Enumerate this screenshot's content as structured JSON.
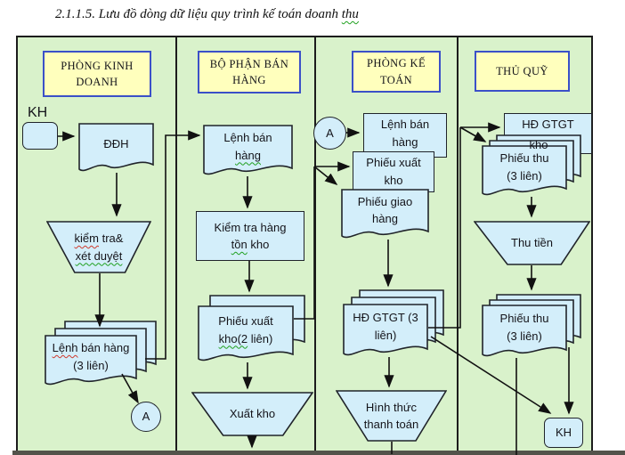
{
  "title": {
    "text": "2.1.1.5. Lưu đồ dòng dữ liệu quy trình kế toán doanh ",
    "flagged_word": "thu"
  },
  "lanes": [
    {
      "header": "PHÒNG KINH DOANH"
    },
    {
      "header": "BỘ PHẬN BÁN HÀNG"
    },
    {
      "header": "PHÒNG KẾ TOÁN"
    },
    {
      "header": "THỦ QUỸ"
    }
  ],
  "nodes": {
    "kh_start": "KH",
    "ddh": "ĐĐH",
    "kiem_tra": {
      "w1": "kiểm",
      "w2": " tra&",
      "line2": "xét duyệt"
    },
    "lenh_ban_hang_1": {
      "w1": "Lệnh",
      "w2": " bán hàng",
      "line2": "(3 liên)"
    },
    "conn_a1": "A",
    "lenh_ban_hang_2": {
      "line1": "Lệnh bán",
      "line2": "hàng"
    },
    "kiem_tra_ton_kho": {
      "line1": "Kiểm tra hàng",
      "w1": "tồn",
      "w2": " kho"
    },
    "phieu_xuat_kho_2": {
      "line1": "Phiếu xuất",
      "w1": "kho(2",
      "w2": " liên)"
    },
    "xuat_kho": "Xuất kho",
    "conn_a2": "A",
    "lenh_ban_hang_3": {
      "line1": "Lệnh bán",
      "line2": "hàng"
    },
    "phieu_xuat_kho_3": {
      "line1": "Phiếu  xuất",
      "line2": "kho"
    },
    "phieu_giao_hang": {
      "line1": "Phiếu giao",
      "line2": "hàng"
    },
    "hd_gtgt_3lien": {
      "line1": "HĐ GTGT (3",
      "line2": "liên)"
    },
    "hinh_thuc": {
      "line1": "Hình  thức",
      "line2": "thanh  toán"
    },
    "hd_gtgt_kho": "HĐ GTGT",
    "kho_fragment": "kho",
    "phieu_thu_top": {
      "line1": "Phiếu thu",
      "line2": "(3 liên)"
    },
    "thu_tien": "Thu tiền",
    "phieu_thu_bot": {
      "line1": "Phiếu thu",
      "line2": "(3 liên)"
    },
    "kh_end": "KH"
  },
  "colors": {
    "diagram-bg": "#d9f2cb",
    "shape-fill": "#d3eefa",
    "shape-stroke": "#20242a",
    "header-fill": "#ffffbd",
    "header-border": "#3b50c8",
    "line": "#111111",
    "squiggle-green": "#1fa01f",
    "squiggle-red": "#d03a2e",
    "text": "#14141a"
  }
}
